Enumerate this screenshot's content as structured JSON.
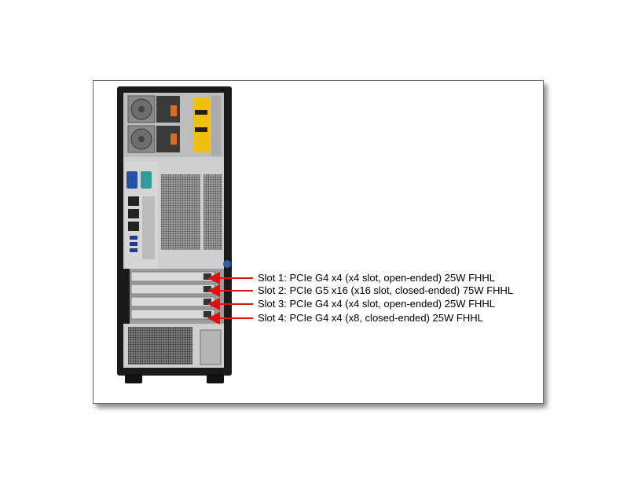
{
  "callouts": [
    {
      "label": "Slot 1: PCIe G4 x4 (x4 slot, open-ended) 25W FHHL"
    },
    {
      "label": "Slot 2: PCIe G5 x16 (x16 slot, closed-ended) 75W FHHL"
    },
    {
      "label": "Slot 3: PCIe G4 x4 (x4 slot, open-ended) 25W FHHL"
    },
    {
      "label": "Slot 4: PCIe G4 x4 (x8, closed-ended) 25W FHHL"
    }
  ],
  "colors": {
    "arrow": "#e01010",
    "chassis": "#1a1a1a",
    "panel": "#c8c8c8",
    "vga": "#2a4fa8",
    "serial": "#2f9c9a",
    "psu_label": "#f0c010"
  },
  "icons": [
    "psu-fan-icon",
    "vga-port-icon",
    "serial-port-icon",
    "usb-port-icon",
    "ethernet-port-icon",
    "power-button-icon"
  ]
}
